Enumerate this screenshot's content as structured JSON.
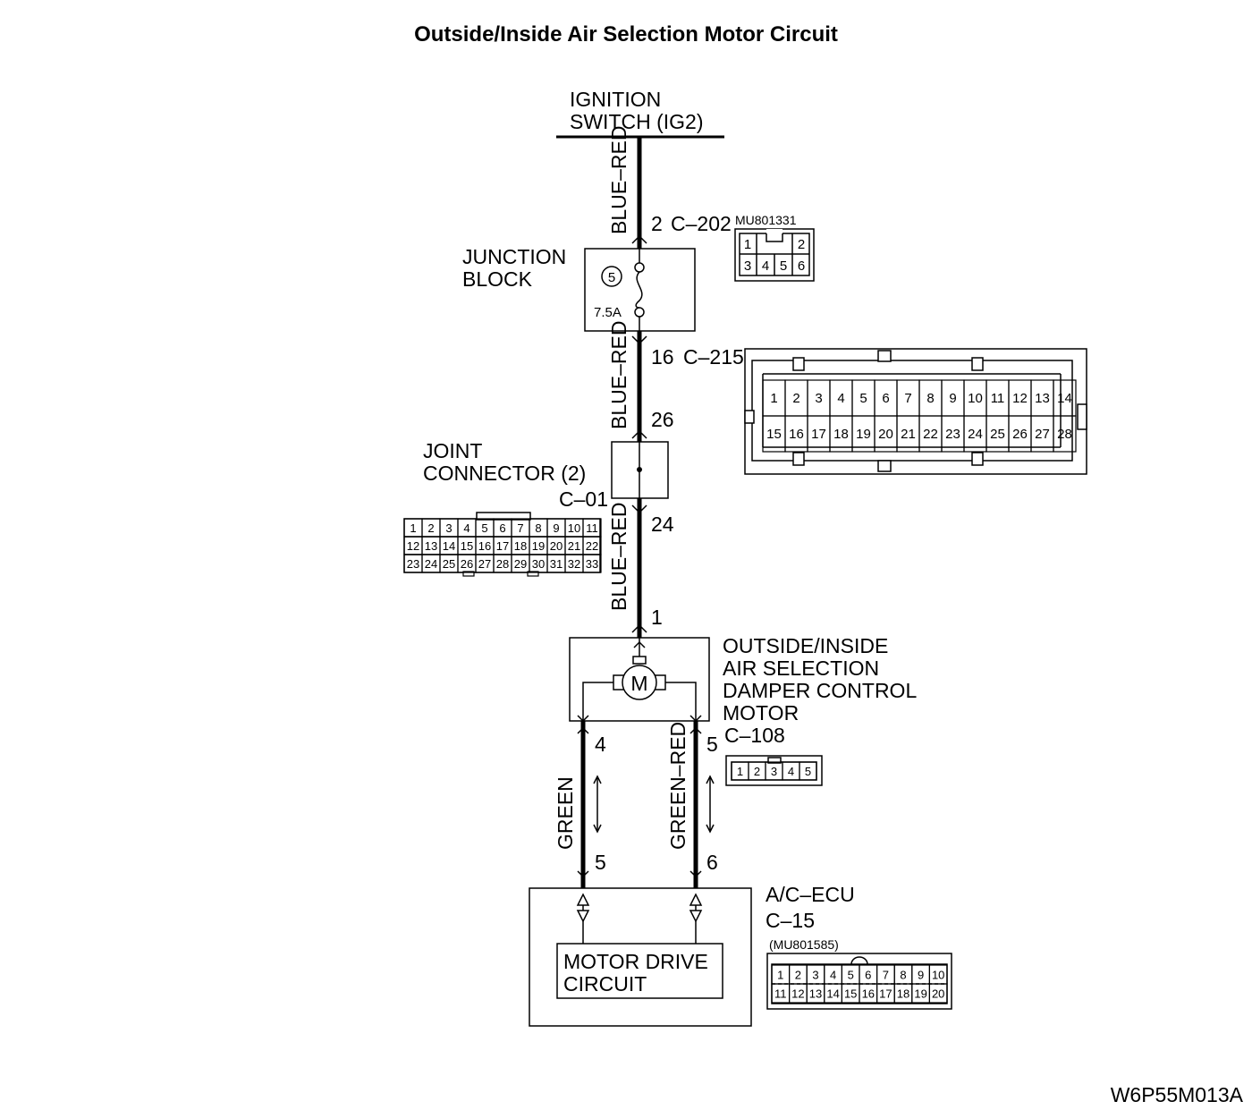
{
  "title": "Outside/Inside Air Selection Motor Circuit",
  "ignition": {
    "line1": "IGNITION",
    "line2": "SWITCH (IG2)"
  },
  "wires": {
    "w1": "BLUE–RED",
    "w2": "BLUE–RED",
    "w3": "BLUE–RED",
    "w4": "GREEN",
    "w5": "GREEN–RED"
  },
  "junction": {
    "line1": "JUNCTION",
    "line2": "BLOCK",
    "fuse_no": "5",
    "fuse_rating": "7.5A",
    "in_pin": "2",
    "in_conn": "C–202",
    "out_pin": "16",
    "out_conn": "C–215"
  },
  "c202": {
    "part": "MU801331",
    "row1": [
      "1",
      "",
      "",
      "2"
    ],
    "row2": [
      "3",
      "4",
      "5",
      "6"
    ]
  },
  "c215": {
    "row1": [
      "1",
      "2",
      "3",
      "4",
      "5",
      "6",
      "7",
      "8",
      "9",
      "10",
      "11",
      "12",
      "13",
      "14"
    ],
    "row2": [
      "15",
      "16",
      "17",
      "18",
      "19",
      "20",
      "21",
      "22",
      "23",
      "24",
      "25",
      "26",
      "27",
      "28"
    ]
  },
  "joint": {
    "line1": "JOINT",
    "line2": "CONNECTOR (2)",
    "conn": "C–01",
    "in_pin": "26",
    "out_pin": "24",
    "row1": [
      "1",
      "2",
      "3",
      "4",
      "5",
      "6",
      "7",
      "8",
      "9",
      "10",
      "11"
    ],
    "row2": [
      "12",
      "13",
      "14",
      "15",
      "16",
      "17",
      "18",
      "19",
      "20",
      "21",
      "22"
    ],
    "row3": [
      "23",
      "24",
      "25",
      "26",
      "27",
      "28",
      "29",
      "30",
      "31",
      "32",
      "33"
    ]
  },
  "motor": {
    "line1": "OUTSIDE/INSIDE",
    "line2": "AIR SELECTION",
    "line3": "DAMPER CONTROL",
    "line4": "MOTOR",
    "conn": "C–108",
    "symbol": "M",
    "in_pin": "1",
    "pin_a": "4",
    "pin_b": "5",
    "cells": [
      "1",
      "2",
      "3",
      "4",
      "5"
    ]
  },
  "ecu": {
    "line1": "A/C–ECU",
    "conn": "C–15",
    "part": "(MU801585)",
    "pin_a": "5",
    "pin_b": "6",
    "circuit_line1": "MOTOR DRIVE",
    "circuit_line2": "CIRCUIT",
    "row1": [
      "1",
      "2",
      "3",
      "4",
      "5",
      "6",
      "7",
      "8",
      "9",
      "10"
    ],
    "row2": [
      "11",
      "12",
      "13",
      "14",
      "15",
      "16",
      "17",
      "18",
      "19",
      "20"
    ]
  },
  "figure_code": "W6P55M013A"
}
